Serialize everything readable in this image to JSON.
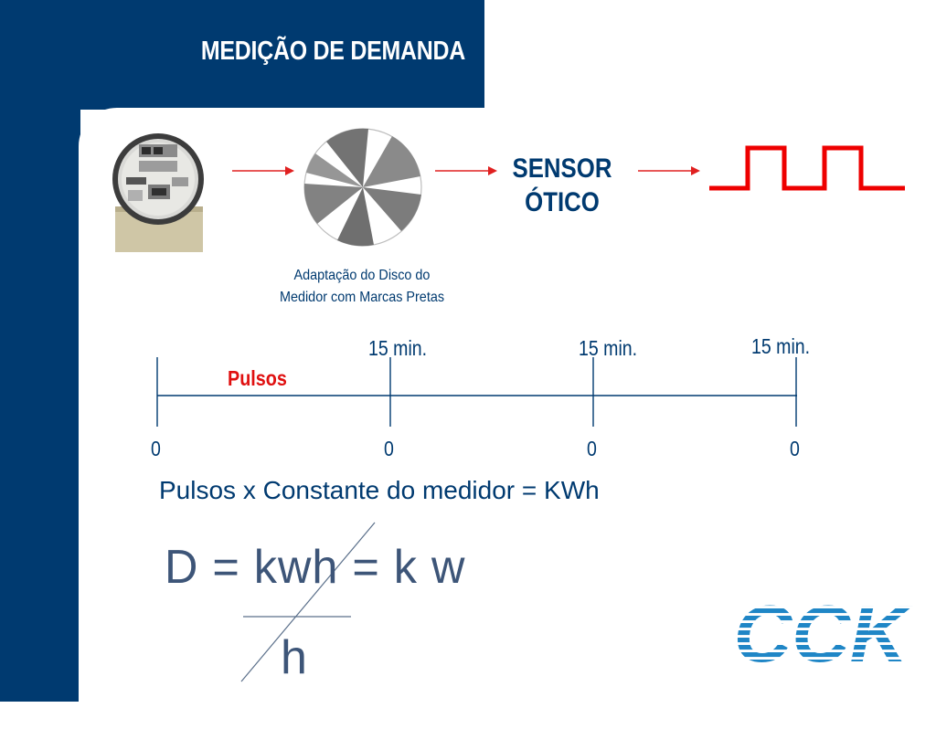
{
  "title": "MEDIÇÃO DE DEMANDA",
  "sensor": {
    "line1": "SENSOR",
    "line2": "ÓTICO"
  },
  "disk_caption": {
    "line1": "Adaptação do Disco do",
    "line2": "Medidor com Marcas Pretas"
  },
  "timeline": {
    "intervals": [
      "15 min.",
      "15 min.",
      "15 min."
    ],
    "pulses_label": "Pulsos",
    "zeros": [
      "0",
      "0",
      "0",
      "0"
    ]
  },
  "formula": {
    "text": "Pulsos x Constante do medidor = KWh",
    "equation": "D = kwh = k w",
    "denominator": "h"
  },
  "logo": {
    "text": "CCK"
  },
  "colors": {
    "navy": "#003a70",
    "arrow_red": "#e02020",
    "pulse_red": "#ee0000",
    "logo_blue": "#1f86c6"
  },
  "icons": [
    "meter-photo",
    "disk-icon",
    "arrow-icon",
    "square-wave-icon"
  ]
}
